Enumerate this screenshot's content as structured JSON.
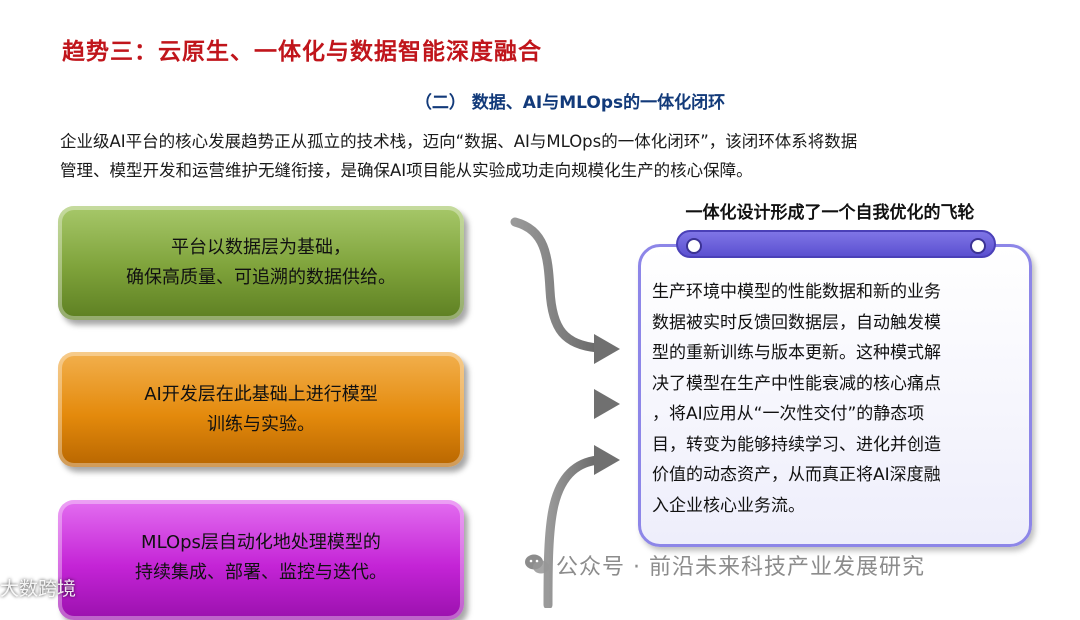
{
  "header": {
    "title": "趋势三：云原生、一体化与数据智能深度融合",
    "subtitle": "（二） 数据、AI与MLOps的一体化闭环"
  },
  "intro": {
    "line1": "企业级AI平台的核心发展趋势正从孤立的技术栈，迈向“数据、AI与MLOps的一体化闭环”，该闭环体系将数据",
    "line2": "管理、模型开发和运营维护无缝衔接，是确保AI项目能从实验成功走向规模化生产的核心保障。"
  },
  "layers": {
    "data": {
      "line1": "平台以数据层为基础，",
      "line2": "确保高质量、可追溯的数据供给。",
      "color": "#7ea23a"
    },
    "ai": {
      "line1": "AI开发层在此基础上进行模型",
      "line2": "训练与实验。",
      "color": "#e48a0c"
    },
    "mlops": {
      "line1": "MLOps层自动化地处理模型的",
      "line2": "持续集成、部署、监控与迭代。",
      "color": "#c424d6"
    }
  },
  "flywheel": {
    "title": "一体化设计形成了一个自我优化的飞轮",
    "lines": [
      "生产环境中模型的性能数据和新的业务",
      "数据被实时反馈回数据层，自动触发模",
      "型的重新训练与版本更新。这种模式解",
      "决了模型在生产中性能衰减的核心痛点",
      "，将AI应用从“一次性交付”的静态项",
      "目，转变为能够持续学习、进化并创造",
      "价值的动态资产，从而真正将AI深度融",
      "入企业核心业务流。"
    ],
    "border_color": "#8d86e8"
  },
  "watermark": {
    "text": "公众号 · 前沿未来科技产业发展研究",
    "corner": "大数跨境"
  }
}
